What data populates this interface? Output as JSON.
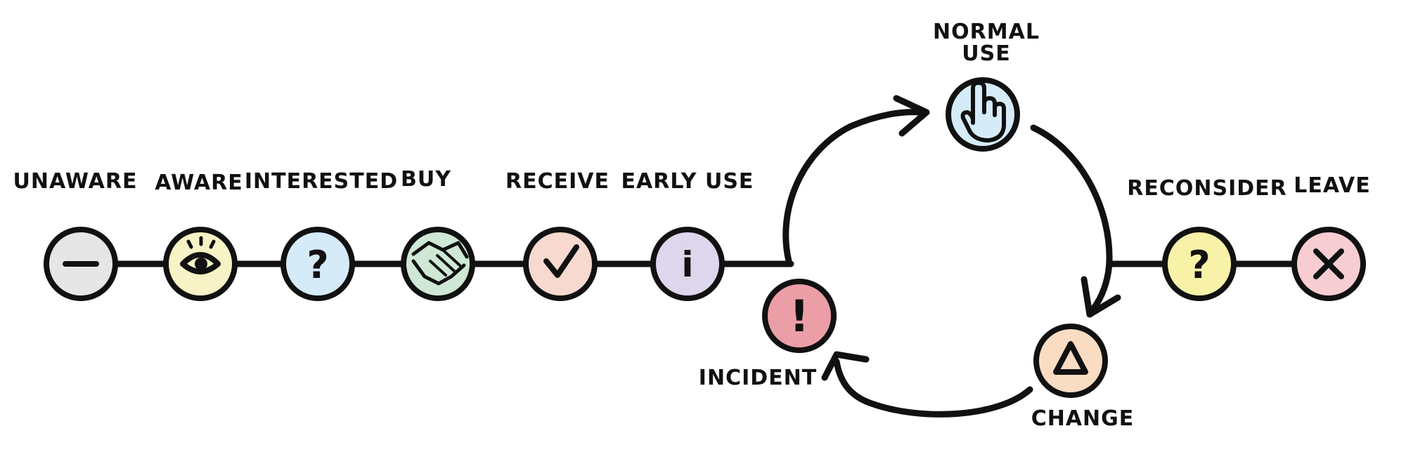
{
  "stages": {
    "unaware": {
      "label": "UNAWARE",
      "icon": "minus-icon",
      "color": "#e6e6e6"
    },
    "aware": {
      "label": "AWARE",
      "icon": "eye-icon",
      "color": "#f7f3c6"
    },
    "interested": {
      "label": "INTERESTED",
      "icon": "question-icon",
      "color": "#d6ebf8",
      "glyph": "?"
    },
    "buy": {
      "label": "BUY",
      "icon": "handshake-icon",
      "color": "#cfe8d6"
    },
    "receive": {
      "label": "RECEIVE",
      "icon": "checkmark-icon",
      "color": "#f8d9cf"
    },
    "early_use": {
      "label": "EARLY USE",
      "icon": "info-icon",
      "color": "#ddd6ec",
      "glyph": "i"
    },
    "normal_use": {
      "label_line1": "NORMAL",
      "label_line2": "USE",
      "icon": "pointing-hand-icon",
      "color": "#d6ebf8"
    },
    "change": {
      "label": "CHANGE",
      "icon": "triangle-icon",
      "color": "#f9dcc2"
    },
    "incident": {
      "label": "INCIDENT",
      "icon": "exclamation-icon",
      "color": "#ec9ea6",
      "glyph": "!"
    },
    "reconsider": {
      "label": "RECONSIDER",
      "icon": "question-icon",
      "color": "#f8f1a8",
      "glyph": "?"
    },
    "leave": {
      "label": "LEAVE",
      "icon": "x-icon",
      "color": "#f8cdd2"
    }
  }
}
